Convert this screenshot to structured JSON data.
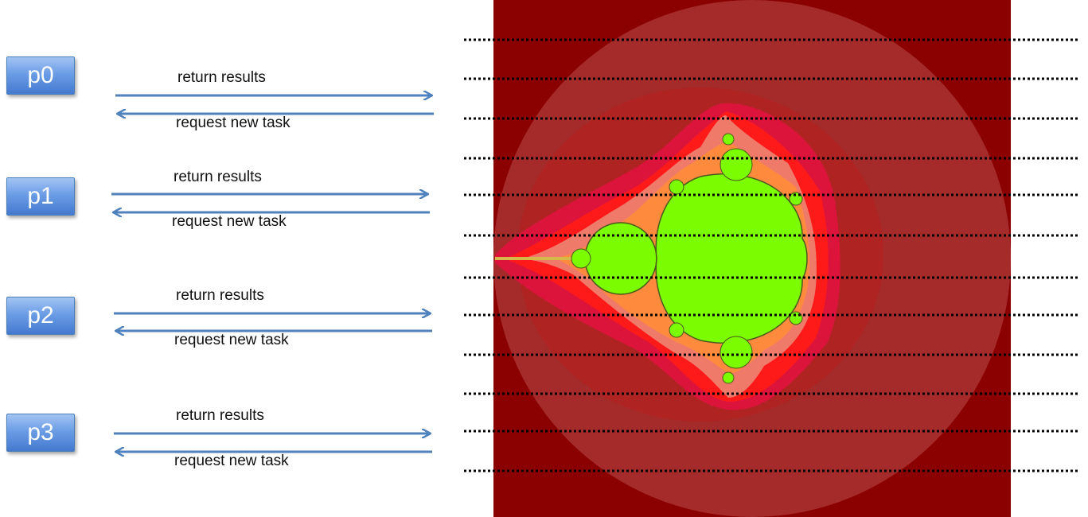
{
  "processors": [
    {
      "label": "p0",
      "return_label": "return results",
      "request_label": "request new task"
    },
    {
      "label": "p1",
      "return_label": "return results",
      "request_label": "request new task"
    },
    {
      "label": "p2",
      "return_label": "return results",
      "request_label": "request new task"
    },
    {
      "label": "p3",
      "return_label": "return results",
      "request_label": "request new task"
    }
  ],
  "colors": {
    "box_border": "#4a7ebb",
    "arrow": "#4f81bd",
    "background_outer": "#8b0000",
    "halo": "#a52a2a",
    "band_crimson": "#dc143c",
    "band_red": "#ff1a1a",
    "band_salmon": "#f07a6a",
    "band_orange": "#ff8c3a",
    "set_interior": "#7cfc00",
    "divider": "#000000"
  },
  "image": {
    "subject": "mandelbrot-set",
    "row_divider_count": 12
  }
}
